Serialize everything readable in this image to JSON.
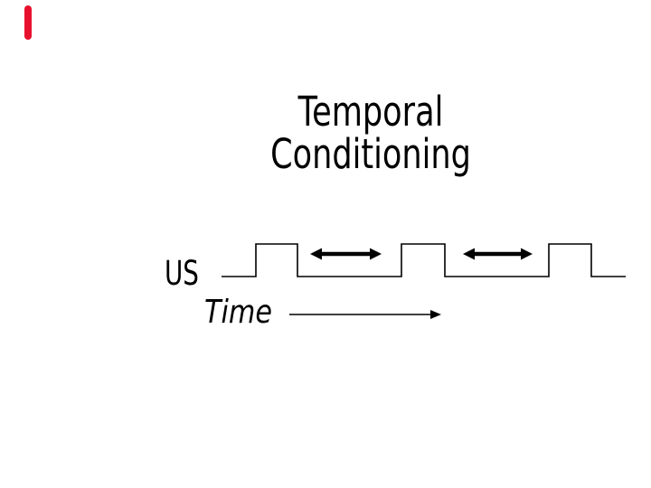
{
  "slide": {
    "background_color": "#ffffff",
    "text_color": "#000000",
    "title": {
      "line1": "Temporal",
      "line2": "Conditioning"
    },
    "accent_mark": {
      "name": "red-accent-bar",
      "color": "#e8112d"
    }
  },
  "diagram": {
    "type": "timing-diagram",
    "us_label": "US",
    "time_label": "Time",
    "stimulus_trace": {
      "shape": "square-wave",
      "pulse_count": 3,
      "line_color": "#000000"
    },
    "interval_arrows": {
      "count": 2,
      "style": "double-headed-bold",
      "color": "#000000"
    },
    "time_axis": {
      "style": "thin-single-headed-right-arrow",
      "color": "#000000"
    }
  }
}
